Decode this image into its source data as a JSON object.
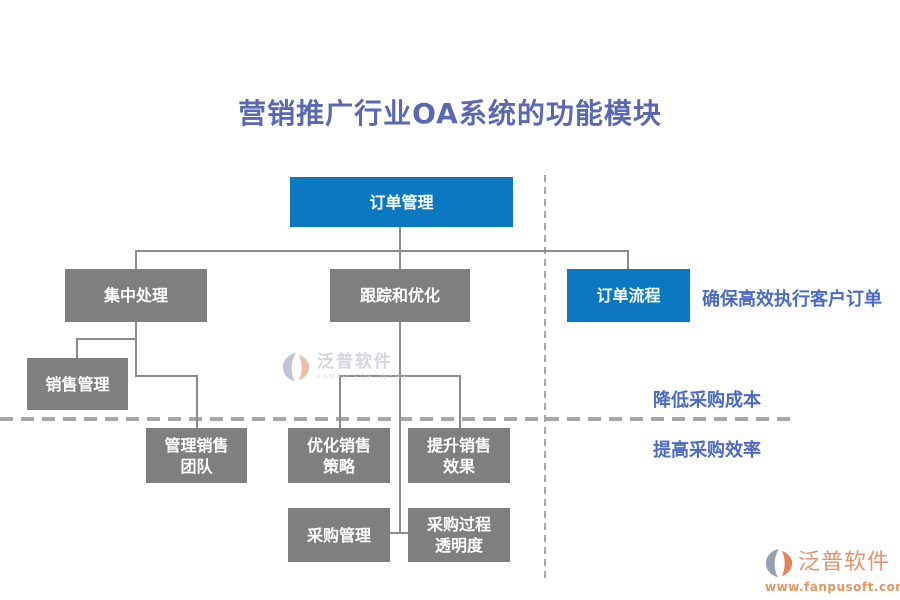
{
  "title": "营销推广行业OA系统的功能模块",
  "nodes": {
    "order_management": "订单管理",
    "centralized_processing": "集中处理",
    "tracking_optimization": "跟踪和优化",
    "order_process": "订单流程",
    "sales_management": "销售管理",
    "manage_sales_team": "管理销售\n团队",
    "optimize_sales_strategy": "优化销售\n策略",
    "improve_sales_effect": "提升销售\n效果",
    "procurement_management": "采购管理",
    "procurement_transparency": "采购过程\n透明度"
  },
  "annotations": {
    "order_process_note": "确保高效执行客户订单",
    "reduce_procurement_cost": "降低采购成本",
    "improve_procurement_efficiency": "提高采购效率"
  },
  "watermarks": {
    "center": {
      "brand": "泛普软件",
      "tagline": "FANPU SOFTWARE"
    },
    "corner": {
      "brand": "泛普软件",
      "url": "www.fanpusoft.com"
    }
  },
  "colors": {
    "title_text": "#5a68b2",
    "annotation_text": "#4b6ac6",
    "primary_box": "#0d78c2",
    "secondary_box": "#7f7f7f",
    "box_text": "#ffffff",
    "connector": "#8b8b8b",
    "dashed_line": "#a6a6a6",
    "watermark_orange": "#e2946c",
    "watermark_gray": "#c3c7d3"
  }
}
